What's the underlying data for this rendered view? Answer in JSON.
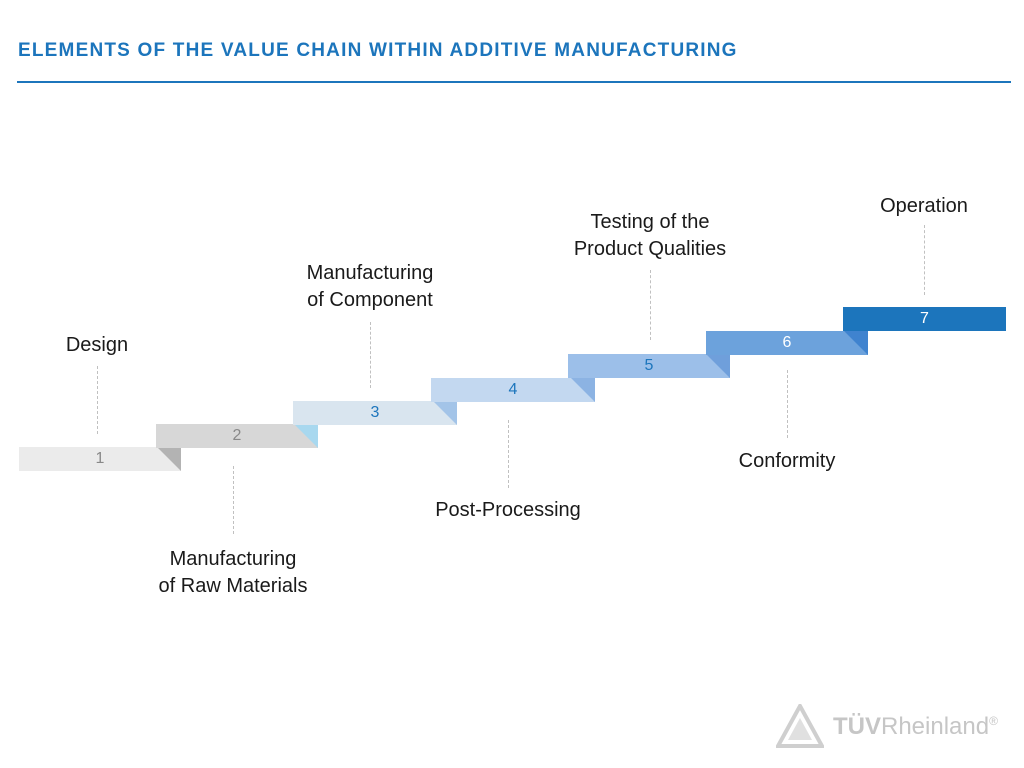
{
  "title": "ELEMENTS OF THE VALUE CHAIN WITHIN ADDITIVE MANUFACTURING",
  "steps": [
    {
      "number": "1",
      "label_lines": [
        "Design"
      ],
      "label_position": "above",
      "color": "#ebebeb",
      "fold_color": "#b3b3b3",
      "number_color": "#888888"
    },
    {
      "number": "2",
      "label_lines": [
        "Manufacturing",
        "of Raw Materials"
      ],
      "label_position": "below",
      "color": "#d7d7d7",
      "fold_color": "#a8d8ef",
      "number_color": "#888888"
    },
    {
      "number": "3",
      "label_lines": [
        "Manufacturing",
        "of Component"
      ],
      "label_position": "above",
      "color": "#d9e5ef",
      "fold_color": "#a3c4e8",
      "number_color": "#1c75bc"
    },
    {
      "number": "4",
      "label_lines": [
        "Post-Processing"
      ],
      "label_position": "below",
      "color": "#c3d8f0",
      "fold_color": "#8cb3e3",
      "number_color": "#1c75bc"
    },
    {
      "number": "5",
      "label_lines": [
        "Testing of the",
        "Product Qualities"
      ],
      "label_position": "above",
      "color": "#9cbfe9",
      "fold_color": "#6f9fdb",
      "number_color": "#1c75bc"
    },
    {
      "number": "6",
      "label_lines": [
        "Conformity"
      ],
      "label_position": "below",
      "color": "#6ca2dc",
      "fold_color": "#3f83cf",
      "number_color": "#ffffff"
    },
    {
      "number": "7",
      "label_lines": [
        "Operation"
      ],
      "label_position": "above",
      "color": "#1c75bc",
      "fold_color": "#1c75bc",
      "number_color": "#ffffff"
    }
  ],
  "logo": {
    "brand_bold": "TÜV",
    "brand_rest": "Rheinland",
    "registered": "®",
    "icon": "tuv-triangle-icon"
  }
}
